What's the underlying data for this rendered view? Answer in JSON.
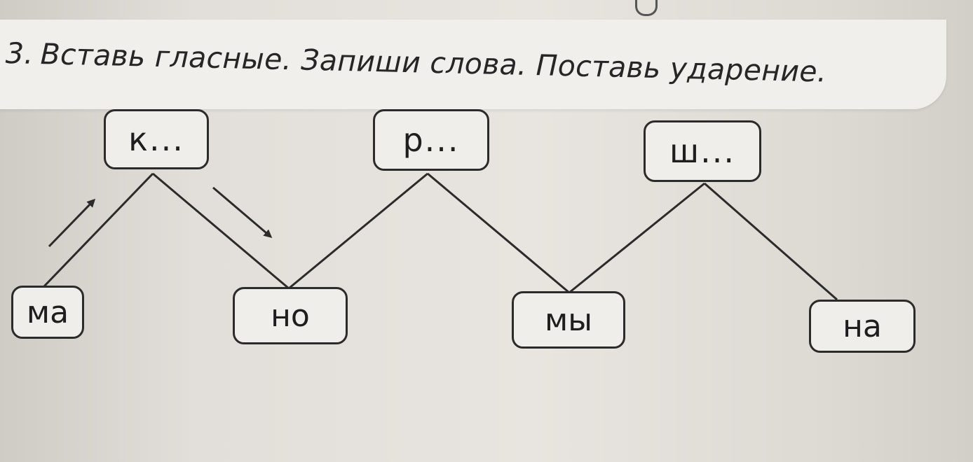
{
  "task": {
    "number": "3.",
    "instruction": "Вставь гласные. Запиши слова. Поставь ударение."
  },
  "diagram": {
    "top_boxes": [
      "к...",
      "р...",
      "ш..."
    ],
    "bottom_boxes": [
      "ма",
      "но",
      "мы",
      "на"
    ]
  }
}
